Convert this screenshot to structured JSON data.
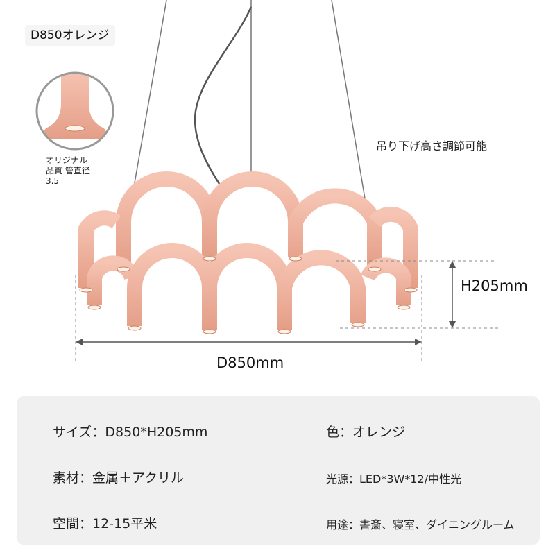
{
  "model_label": "D850オレンジ",
  "detail_caption": [
    "オリジナル",
    "品質 管直径",
    "3.5"
  ],
  "adjust_label": "吊り下げ高さ調節可能",
  "dimensions": {
    "height": "H205mm",
    "diameter": "D850mm"
  },
  "colors": {
    "lamp": "#eeb09c",
    "lamp_shade": "#d98f79",
    "accent": "#f0f0f0"
  },
  "specs": {
    "size": "サイズ：D850*H205mm",
    "color": "色：オレンジ",
    "material": "素材：金属＋アクリル",
    "light_source": "光源：LED*3W*12/中性光",
    "space": "空間：12-15平米",
    "usage": "用途：書斎、寝室、ダイニングルーム"
  }
}
